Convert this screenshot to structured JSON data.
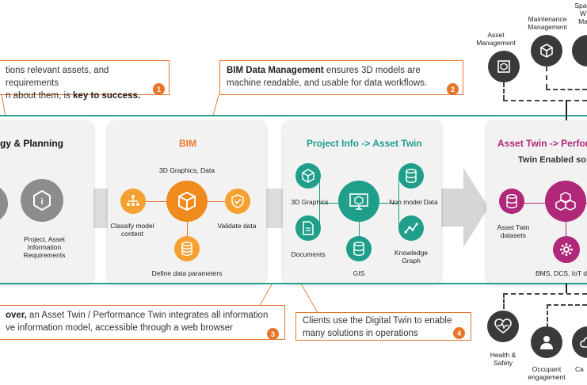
{
  "callouts": {
    "c1": {
      "line1": "tions relevant assets, and requirements",
      "line2_pre": "n about them, is ",
      "line2_bold": "key to success.",
      "num": "1"
    },
    "c2": {
      "bold": "BIM Data Management",
      "line1_rest": " ensures 3D models are",
      "line2": "machine readable, and usable for data workflows.",
      "num": "2"
    },
    "c3": {
      "bold": "over,",
      "line1_rest": " an Asset Twin / Performance Twin integrates all information",
      "line2": "ve information model, accessible through a web browser",
      "num": "3"
    },
    "c4": {
      "line1": "Clients use the Digital Twin to enable",
      "line2": "many solutions in operations",
      "num": "4"
    }
  },
  "cards": {
    "strategy": {
      "title": "gy & Planning",
      "item_label_1": "Project, Asset",
      "item_label_2": "Information",
      "item_label_3": "Requirements"
    },
    "bim": {
      "title": "BIM",
      "center_label": "3D Graphics, Data",
      "classify_1": "Classify model",
      "classify_2": "content",
      "validate": "Validate data",
      "define": "Define data parameters"
    },
    "project_info": {
      "title": "Project Info -> Asset Twin",
      "graphics": "3D Graphics",
      "documents": "Documents",
      "gis": "GIS",
      "non_model": "Non model Data",
      "kg_1": "Knowledge",
      "kg_2": "Graph"
    },
    "asset_twin": {
      "title": "Asset Twin -> Perfor",
      "subtitle": "Twin Enabled so",
      "datasets_1": "Asset Twin",
      "datasets_2": "datasets",
      "bms": "BMS, DCS, IoT  d"
    }
  },
  "top_solutions": {
    "asset_mgmt_1": "Asset",
    "asset_mgmt_2": "Management",
    "maint_1": "Maintenance",
    "maint_2": "Management",
    "space_1": "Spac",
    "space_2": "W",
    "space_3": "Ma"
  },
  "bottom_solutions": {
    "hs_1": "Health &",
    "hs_2": "Safety",
    "occ_1": "Occupant",
    "occ_2": "engagement",
    "ca": "Ca"
  },
  "colors": {
    "orange": "#e8742a",
    "teal": "#1f9e89",
    "magenta": "#b0287a",
    "gray": "#8c8c8c"
  }
}
